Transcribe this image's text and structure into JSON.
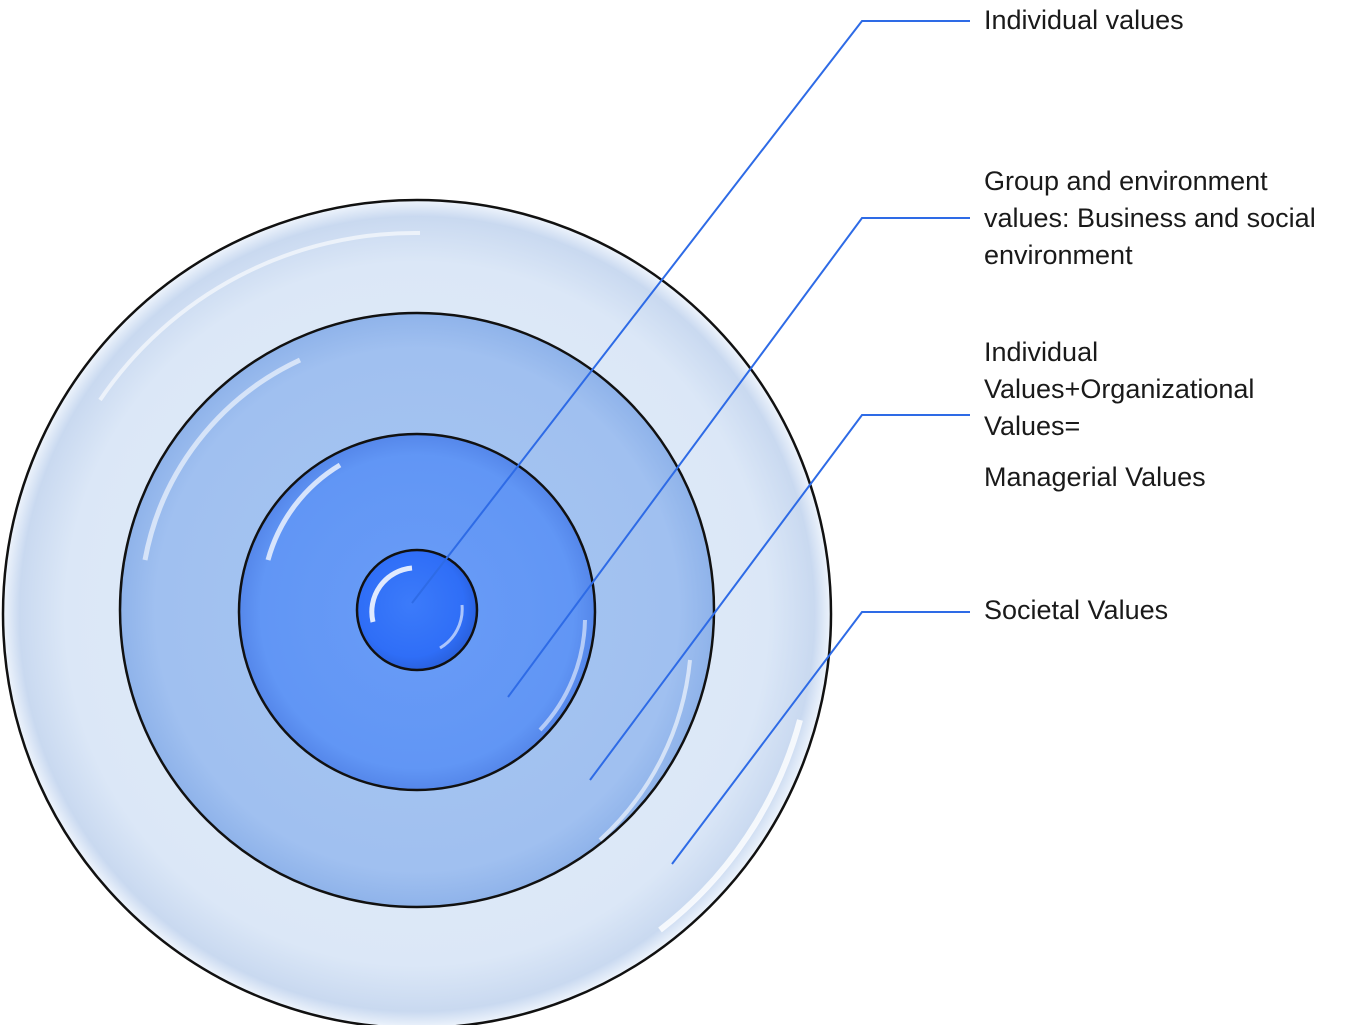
{
  "labels": {
    "individual": {
      "lines": [
        "Individual values"
      ]
    },
    "group": {
      "lines": [
        "Group and environment",
        "values: Business and social",
        "environment"
      ]
    },
    "managerial": {
      "lines": [
        "Individual",
        "Values+Organizational",
        "Values=",
        "Managerial Values"
      ]
    },
    "societal": {
      "lines": [
        "Societal Values"
      ]
    }
  },
  "colors": {
    "ring_outer": "#dbe7f7",
    "ring_second": "#a0c0f0",
    "ring_third": "#6196f5",
    "ring_core": "#2f6ef7",
    "outline": "#111111",
    "leader_line": "#2e6be6",
    "text": "#1a1a1a"
  }
}
